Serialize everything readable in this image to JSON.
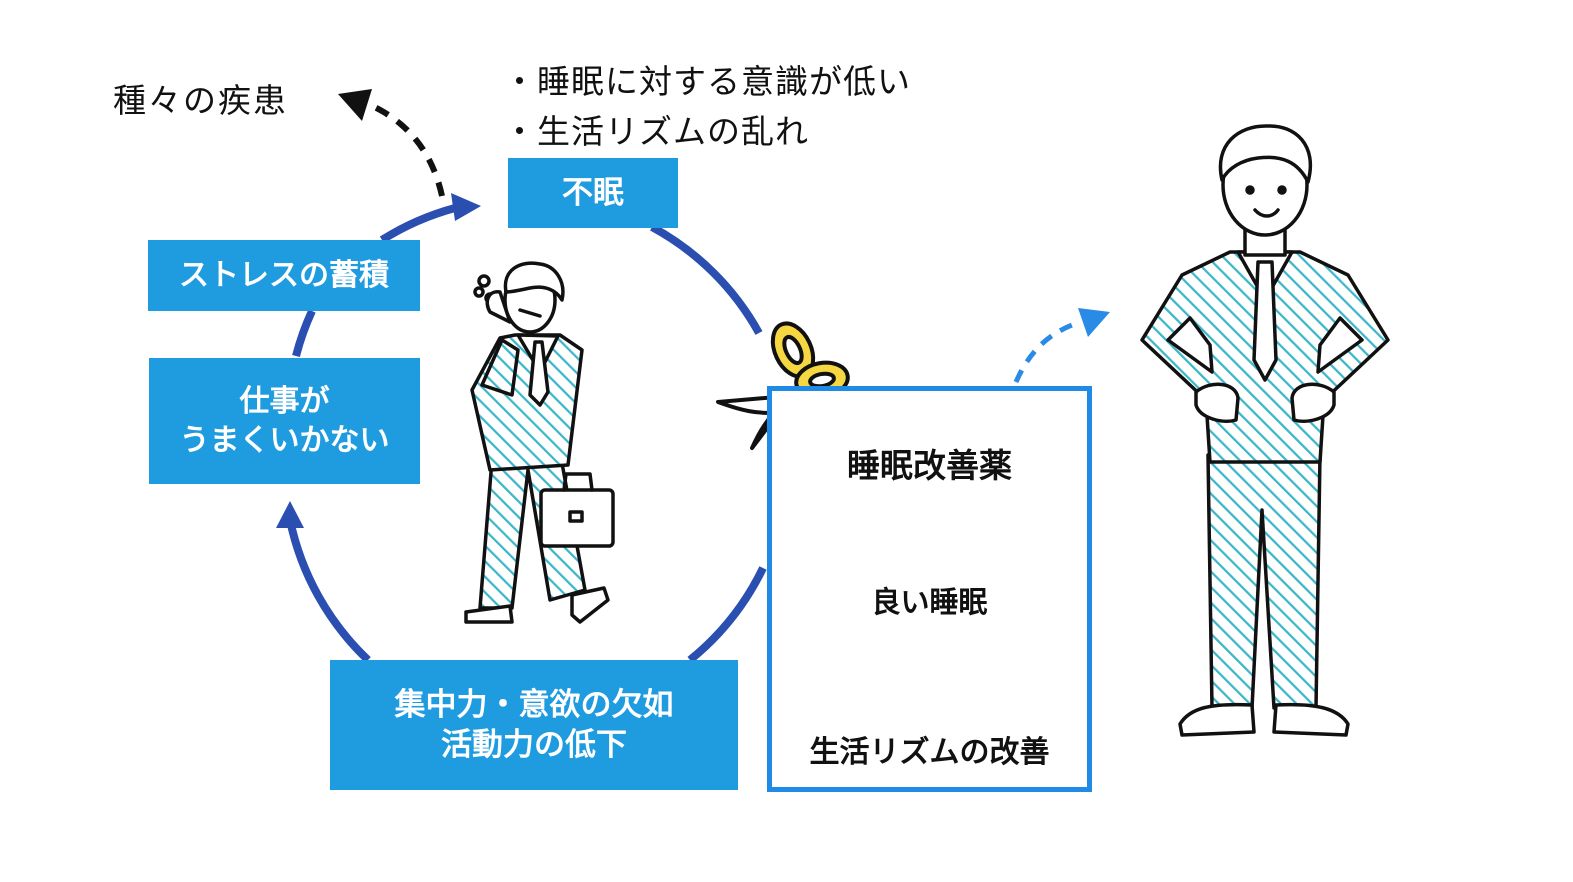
{
  "colors": {
    "box_fill": "#1f9be0",
    "cycle_arrow": "#2a4fb0",
    "remedy_border": "#1f8be6",
    "dashed_arrow_blue": "#2a8be6",
    "suit_hatch": "#3bb7c9",
    "scissors_yellow": "#f5d742",
    "text": "#111111"
  },
  "top_notes": {
    "disease": "種々の疾患",
    "cause1": "・睡眠に対する意識が低い",
    "cause2": "・生活リズムの乱れ"
  },
  "cycle": {
    "insomnia": "不眠",
    "stress": "ストレスの蓄積",
    "work_line1": "仕事が",
    "work_line2": "うまくいかない",
    "focus_line1": "集中力・意欲の欠如",
    "focus_line2": "活動力の低下"
  },
  "remedy": {
    "medicine": "睡眠改善薬",
    "good_sleep": "良い睡眠",
    "rhythm": "生活リズムの改善"
  },
  "icons": {
    "tired_man": "tired-businessman-icon",
    "happy_man": "confident-businessman-icon",
    "scissors": "scissors-icon",
    "briefcase": "briefcase-icon"
  }
}
